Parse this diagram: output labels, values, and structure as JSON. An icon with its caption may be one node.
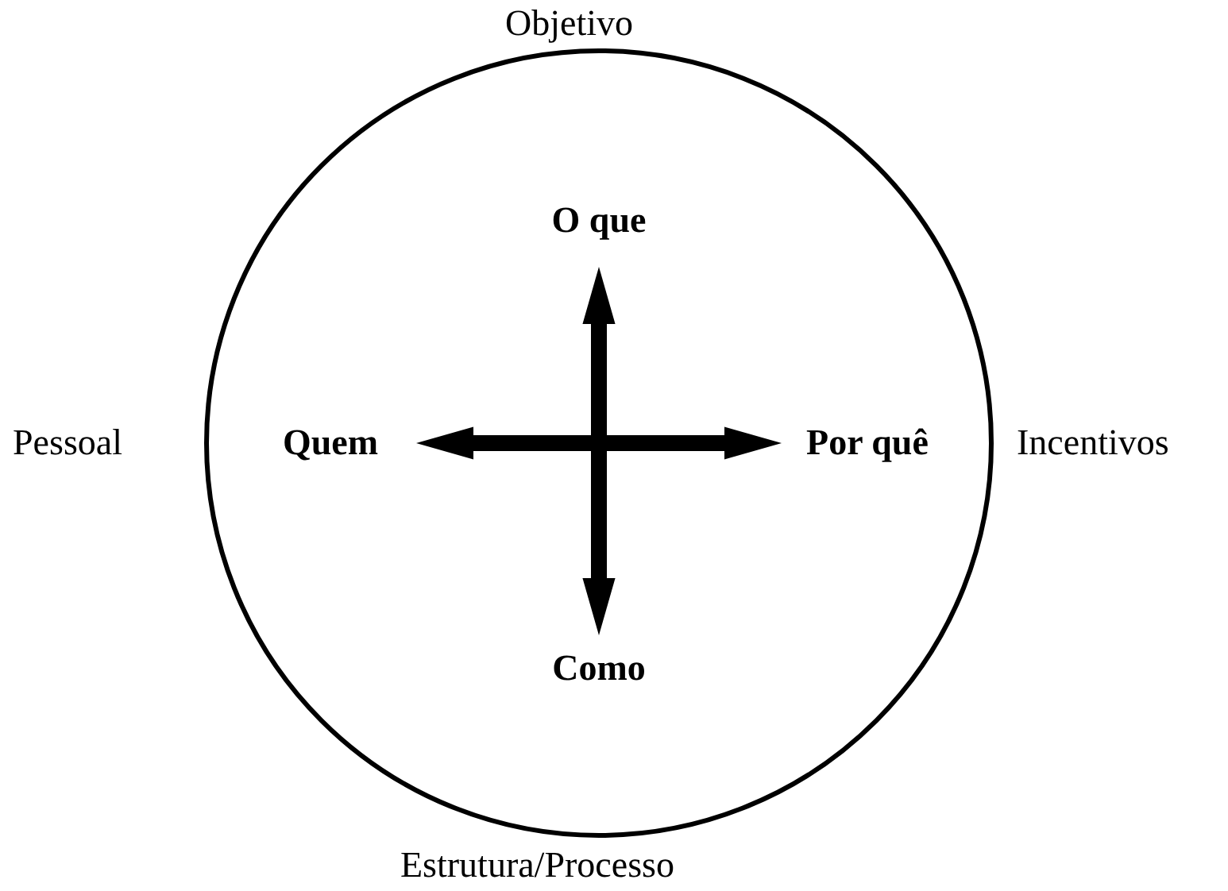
{
  "diagram": {
    "nodes": [
      {
        "text": [],
        "shape": "circle"
      },
      {
        "text": [
          "O que"
        ],
        "in": 0
      },
      {
        "text": [
          "Quem"
        ],
        "in": 0
      },
      {
        "text": [
          "Por quê"
        ],
        "in": 0
      },
      {
        "text": [
          "Como"
        ],
        "in": 0
      }
    ],
    "edges": [
      {
        "from": null,
        "to": 1,
        "arrow": "to"
      },
      {
        "from": null,
        "to": 2,
        "arrow": "to"
      },
      {
        "from": null,
        "to": 3,
        "arrow": "to"
      },
      {
        "from": null,
        "to": 4,
        "arrow": "to"
      }
    ],
    "labels": [
      "Objetivo",
      "Pessoal",
      "Incentivos",
      "Estrutura/Processo"
    ]
  }
}
